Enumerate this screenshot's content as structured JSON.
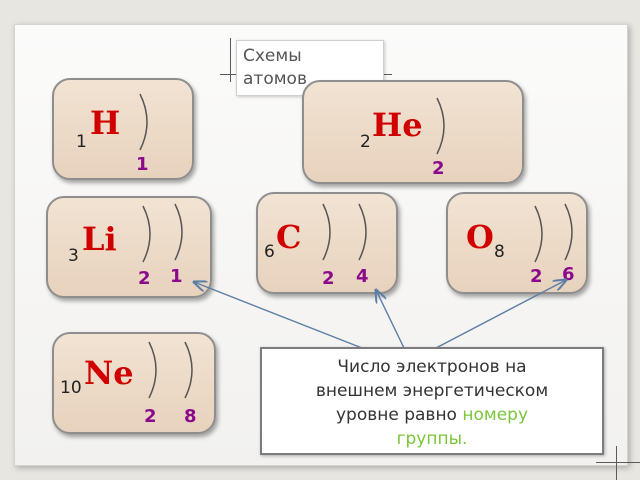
{
  "title": {
    "line1": "Схемы",
    "line2": "атомов"
  },
  "atoms": [
    {
      "symbol": "H",
      "number": "1",
      "electrons": [
        "1"
      ]
    },
    {
      "symbol": "He",
      "number": "2",
      "electrons": [
        "2"
      ]
    },
    {
      "symbol": "Li",
      "number": "3",
      "electrons": [
        "2",
        "1"
      ]
    },
    {
      "symbol": "C",
      "number": "6",
      "electrons": [
        "2",
        "4"
      ]
    },
    {
      "symbol": "O",
      "number": "8",
      "electrons": [
        "2",
        "6"
      ]
    },
    {
      "symbol": "Ne",
      "number": "10",
      "electrons": [
        "2",
        "8"
      ]
    }
  ],
  "note": {
    "line1": "Число электронов на",
    "line2": "внешнем энергетическом",
    "line3_prefix": "уровне равно ",
    "line3_highlight": "номеру",
    "line4_highlight": "группы."
  },
  "colors": {
    "symbol": "#d00000",
    "electrons": "#8b0a8b",
    "highlight": "#7bc53a",
    "card": "#eddccb"
  }
}
